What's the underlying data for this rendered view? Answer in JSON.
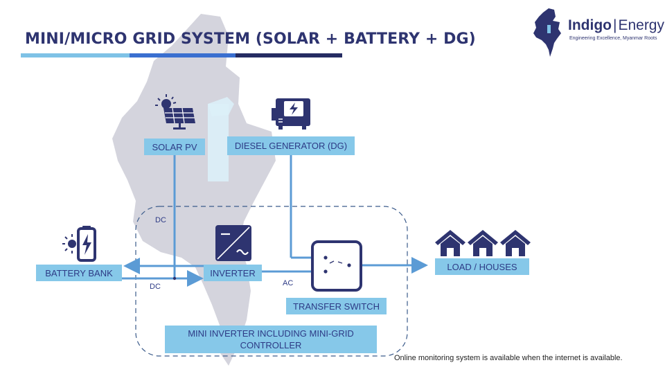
{
  "header": {
    "title": "MINI/MICRO GRID SYSTEM (SOLAR + BATTERY + DG)"
  },
  "brand": {
    "name_bold": "Indigo",
    "separator": "|",
    "name_light": "Energy",
    "tagline": "Engineering Excellence, Myanmar Roots"
  },
  "components": {
    "solar_pv": "SOLAR PV",
    "diesel_generator": "DIESEL GENERATOR (DG)",
    "battery_bank": "BATTERY BANK",
    "inverter": "INVERTER",
    "load": "LOAD / HOUSES",
    "transfer_switch": "TRANSFER SWITCH",
    "mini_inverter": "MINI INVERTER INCLUDING MINI-GRID CONTROLLER"
  },
  "connections": {
    "solar_to_inverter": "DC",
    "battery_to_inverter": "DC",
    "inverter_to_switch": "AC"
  },
  "footer": {
    "note": "Online monitoring system is available when the internet is available."
  },
  "colors": {
    "title": "#2e3470",
    "label_fill": "#86c8e9",
    "label_text": "#2d3a85",
    "wire": "#5b9bd5",
    "icon": "#2e3470",
    "map": "#c8c8d4"
  },
  "icons": [
    "myanmar-map-logo-icon",
    "solar-panel-icon",
    "diesel-generator-icon",
    "battery-icon",
    "inverter-icon",
    "transfer-switch-icon",
    "house-icon"
  ]
}
